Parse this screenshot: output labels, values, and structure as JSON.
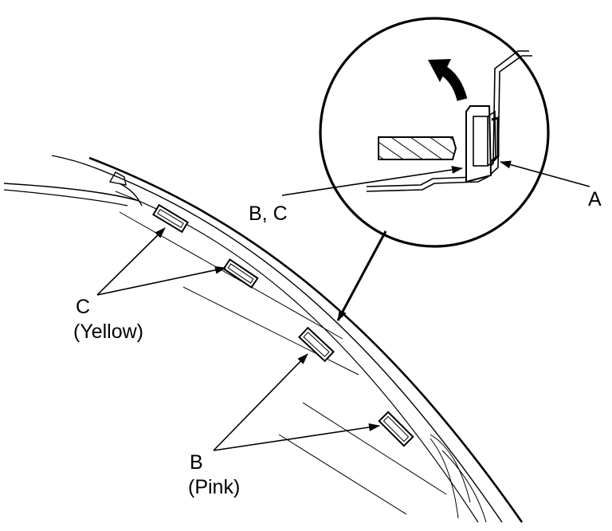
{
  "labels": {
    "a": "A",
    "bc": "B, C",
    "c": "C",
    "c_color": "(Yellow)",
    "b": "B",
    "b_color": "(Pink)"
  },
  "colors": {
    "ink": "#000000",
    "paper": "#ffffff"
  }
}
